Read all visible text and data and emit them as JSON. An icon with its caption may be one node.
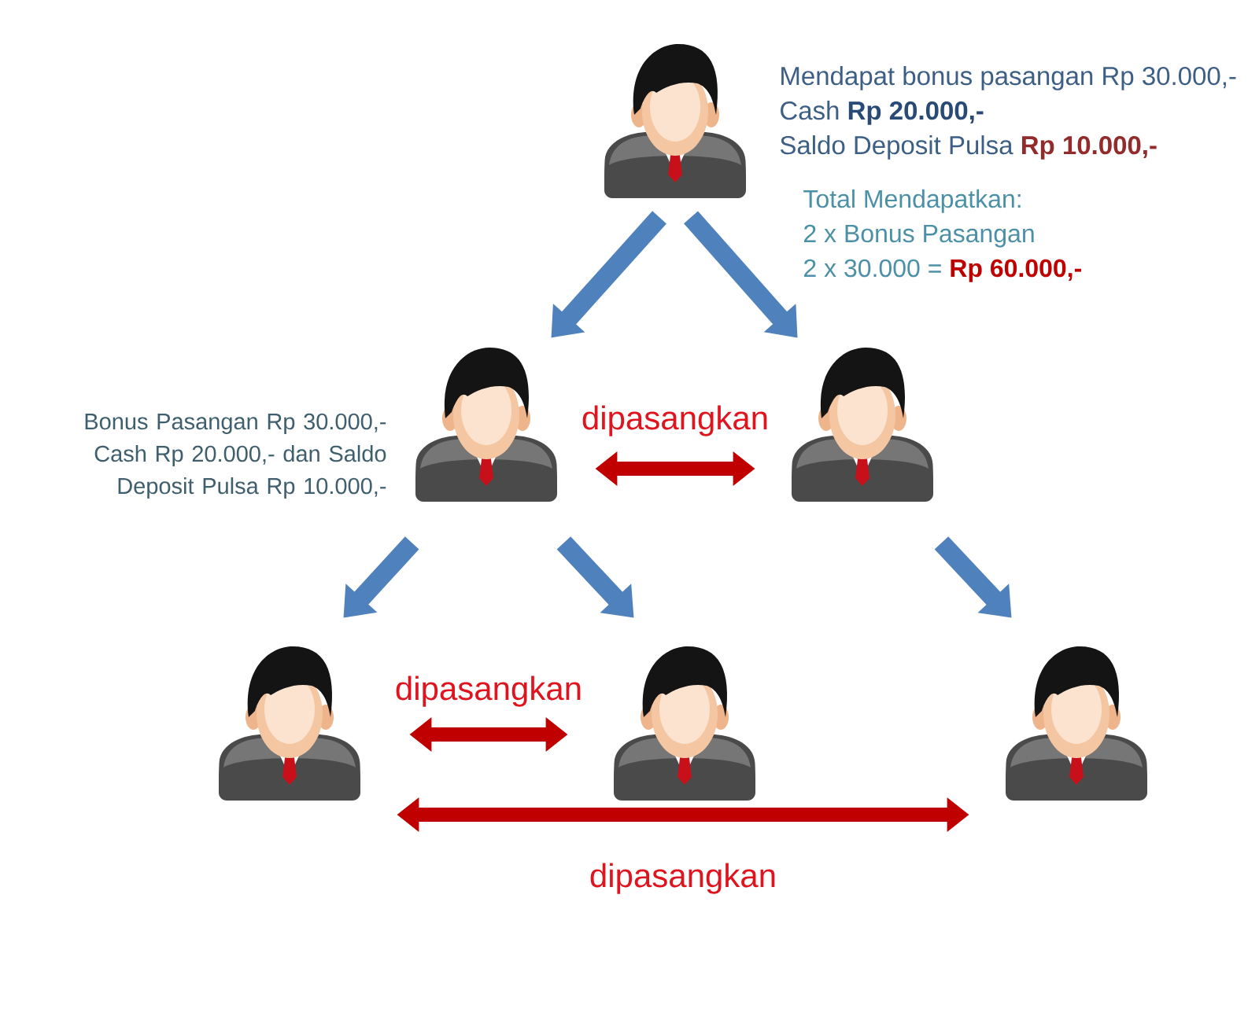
{
  "diagram": {
    "nodes": [
      {
        "text": [],
        "shape": "person",
        "beside": [
          "Mendapat bonus pasangan Rp 30.000,-",
          "Cash **Rp 20.000,-**",
          "Saldo Deposit Pulsa **Rp 10.000,-**",
          "Total Mendapatkan:",
          "2 x Bonus Pasangan",
          "2 x 30.000 = **Rp 60.000,-**"
        ]
      },
      {
        "text": [],
        "shape": "person",
        "beside": [
          "Bonus Pasangan Rp 30.000,- Cash Rp 20.000,- dan Saldo Deposit Pulsa Rp 10.000,-"
        ]
      },
      {
        "text": [],
        "shape": "person"
      },
      {
        "text": [],
        "shape": "person"
      },
      {
        "text": [],
        "shape": "person"
      },
      {
        "text": [],
        "shape": "person"
      }
    ],
    "edges": [
      {
        "from": 0,
        "to": 1,
        "arrow": "to"
      },
      {
        "from": 0,
        "to": 2,
        "arrow": "to"
      },
      {
        "from": 1,
        "to": 2,
        "arrow": "both",
        "label": "dipasangkan",
        "color": "#c00000"
      },
      {
        "from": 1,
        "to": 3,
        "arrow": "to"
      },
      {
        "from": 1,
        "to": 4,
        "arrow": "to"
      },
      {
        "from": 2,
        "to": 5,
        "arrow": "to"
      },
      {
        "from": 3,
        "to": 4,
        "arrow": "both",
        "label": "dipasangkan",
        "color": "#c00000"
      },
      {
        "from": 3,
        "to": 5,
        "arrow": "both",
        "label": "dipasangkan",
        "color": "#c00000"
      }
    ]
  }
}
